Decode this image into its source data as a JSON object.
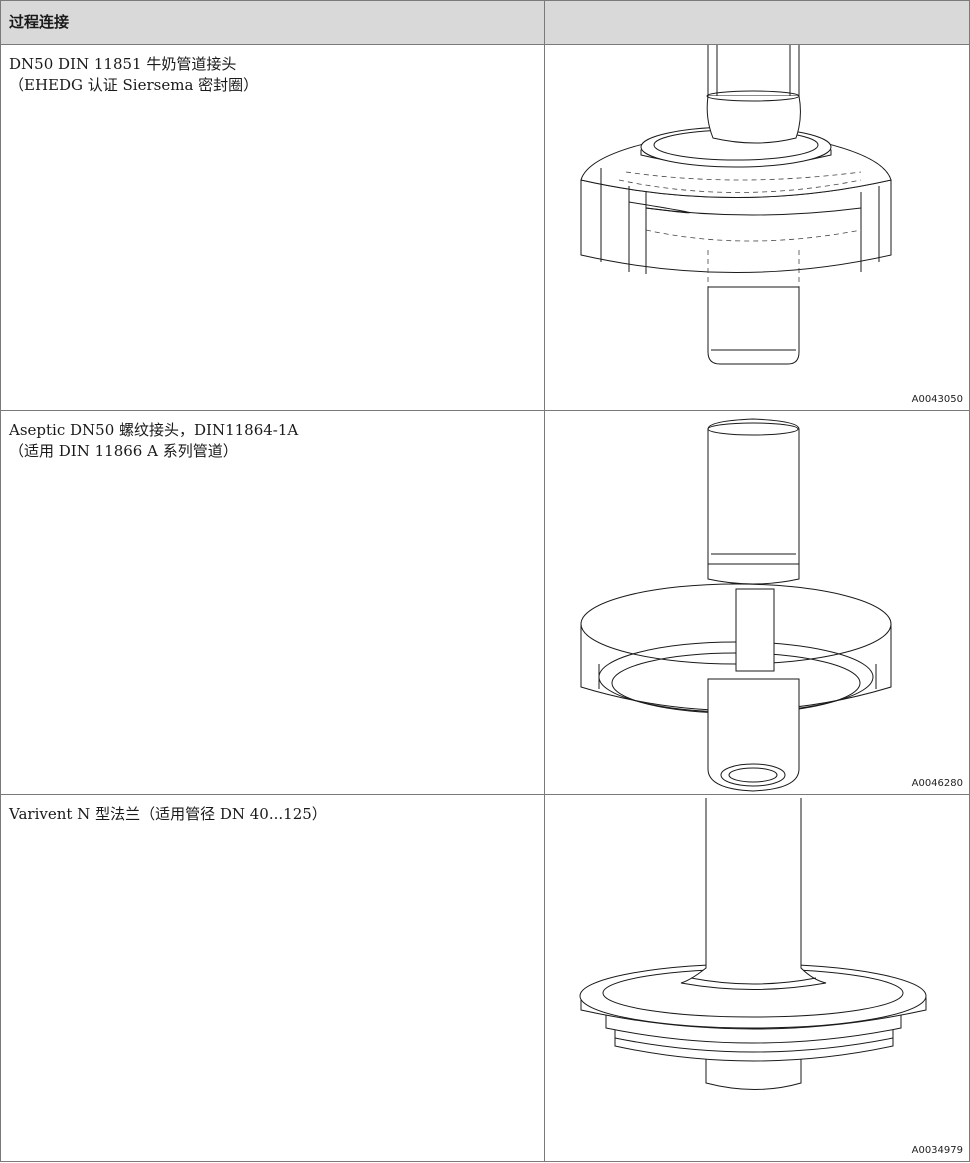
{
  "table": {
    "header": {
      "col1": "过程连接",
      "col2": ""
    },
    "rows": [
      {
        "line1": "DN50 DIN 11851 牛奶管道接头",
        "line2": "（EHEDG 认证 Siersema 密封圈）",
        "figure_code": "A0043050",
        "figure_icon": "milk-pipe-union-drawing"
      },
      {
        "line1": "Aseptic DN50 螺纹接头，DIN11864-1A",
        "line2": "（适用 DIN 11866 A 系列管道）",
        "figure_code": "A0046280",
        "figure_icon": "aseptic-threaded-union-drawing"
      },
      {
        "line1": "Varivent N 型法兰（适用管径 DN 40...125）",
        "line2": "",
        "figure_code": "A0034979",
        "figure_icon": "varivent-flange-drawing"
      }
    ]
  }
}
